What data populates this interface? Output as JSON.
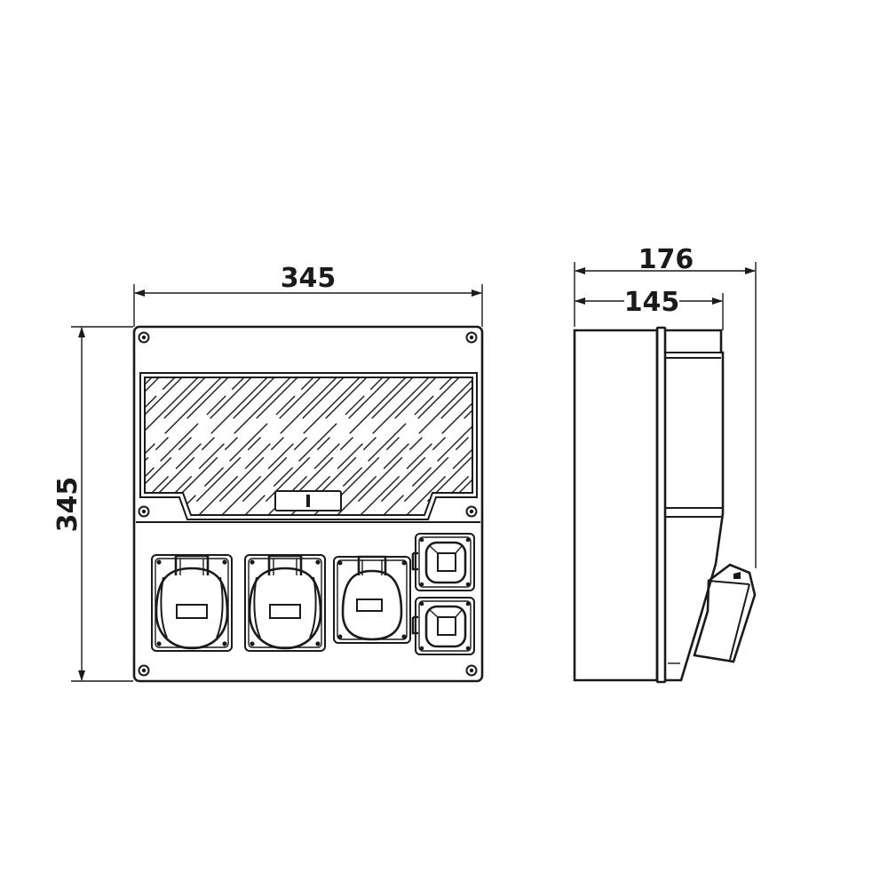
{
  "diagram": {
    "front_view": {
      "width_label": "345",
      "height_label": "345"
    },
    "side_view": {
      "overall_depth_label": "176",
      "body_depth_label": "145"
    }
  },
  "colors": {
    "line": "#1a1a1a",
    "background": "#ffffff"
  }
}
